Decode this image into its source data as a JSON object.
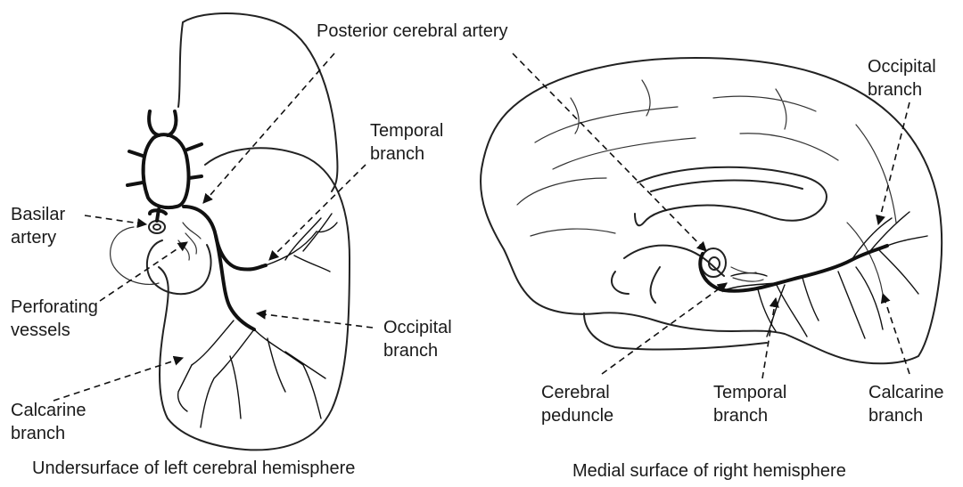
{
  "figure": {
    "captions": {
      "left": "Undersurface of left cerebral hemisphere",
      "right": "Medial surface of right hemisphere"
    },
    "labels": {
      "posterior_cerebral_artery": "Posterior cerebral artery",
      "temporal_branch_left": [
        "Temporal",
        "branch"
      ],
      "basilar_artery": [
        "Basilar",
        "artery"
      ],
      "perforating_vessels": [
        "Perforating",
        "vessels"
      ],
      "occipital_branch_left": [
        "Occipital",
        "branch"
      ],
      "calcarine_branch_left": [
        "Calcarine",
        "branch"
      ],
      "occipital_branch_right": [
        "Occipital",
        "branch"
      ],
      "cerebral_peduncle": [
        "Cerebral",
        "peduncle"
      ],
      "temporal_branch_right": [
        "Temporal",
        "branch"
      ],
      "calcarine_branch_right": [
        "Calcarine",
        "branch"
      ]
    }
  }
}
